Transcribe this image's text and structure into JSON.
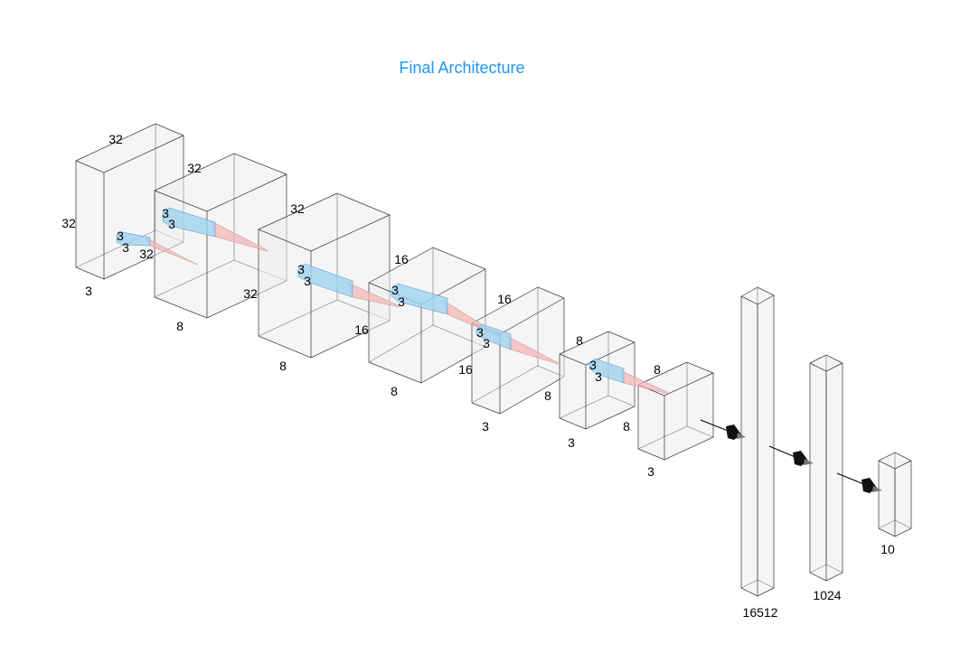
{
  "title": "Final Architecture",
  "colors": {
    "title": "#2196f3",
    "box_fill": "#eeeeee",
    "box_edge": "#333333",
    "kernel_fill": "#9fd3f1",
    "projection_fill": "#f3b5b5",
    "arrow": "#000000"
  },
  "layers": [
    {
      "type": "conv",
      "labels": {
        "depth": "32",
        "height": "32",
        "width": "3"
      },
      "kernel": {
        "a": "3",
        "b": "3"
      },
      "extra_label": "32"
    },
    {
      "type": "conv",
      "labels": {
        "depth": "32",
        "height": "32",
        "width": "8"
      },
      "kernel": {
        "a": "3",
        "b": "3"
      }
    },
    {
      "type": "conv",
      "labels": {
        "depth": "32",
        "height": "16",
        "width": "8"
      },
      "kernel": {
        "a": "3",
        "b": "3"
      }
    },
    {
      "type": "conv",
      "labels": {
        "depth": "16",
        "height": "16",
        "width": "8"
      },
      "kernel": {
        "a": "3",
        "b": "3"
      }
    },
    {
      "type": "conv",
      "labels": {
        "depth": "16",
        "height": "8",
        "width": "3"
      },
      "kernel": {
        "a": "3",
        "b": "3"
      }
    },
    {
      "type": "conv",
      "labels": {
        "depth": "8",
        "height": "8",
        "width": "3"
      },
      "kernel": {
        "a": "3",
        "b": "3"
      }
    },
    {
      "type": "conv",
      "labels": {
        "depth": "8",
        "width": "3"
      }
    },
    {
      "type": "dense",
      "labels": {
        "size": "16512"
      }
    },
    {
      "type": "dense",
      "labels": {
        "size": "1024"
      }
    },
    {
      "type": "dense",
      "labels": {
        "size": "10"
      }
    }
  ]
}
